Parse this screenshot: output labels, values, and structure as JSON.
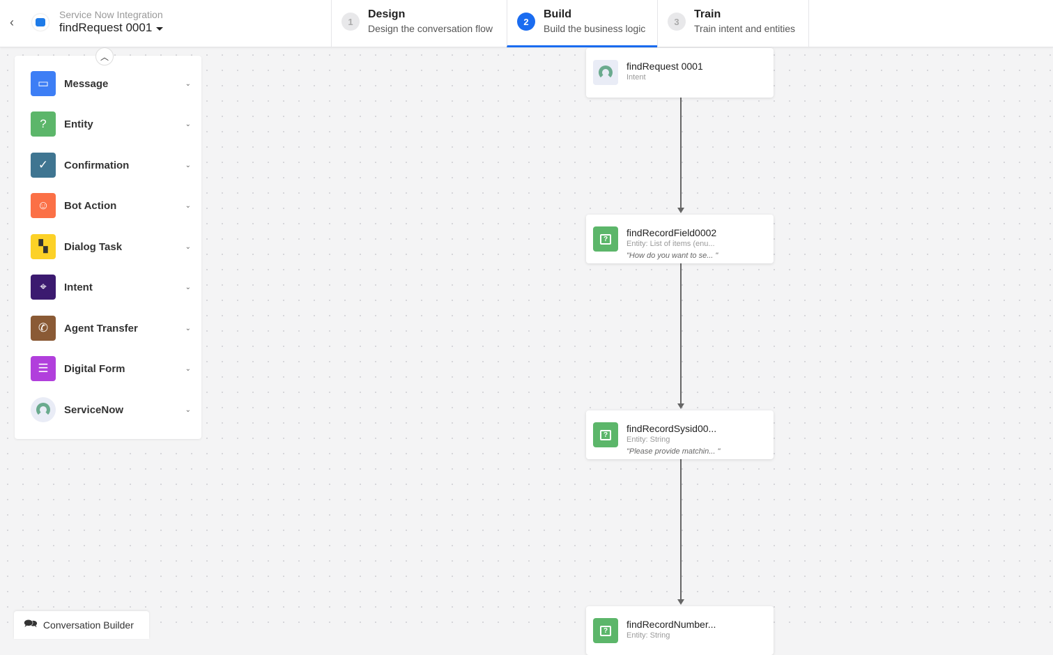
{
  "header": {
    "project": "Service Now Integration",
    "title": "findRequest 0001",
    "steps": [
      {
        "num": "1",
        "title": "Design",
        "subtitle": "Design the conversation flow"
      },
      {
        "num": "2",
        "title": "Build",
        "subtitle": "Build the business logic"
      },
      {
        "num": "3",
        "title": "Train",
        "subtitle": "Train intent and entities"
      }
    ],
    "active_step": "Build"
  },
  "palette": {
    "items": [
      {
        "label": "Message",
        "icon": "message-icon",
        "color": "#3d7ef5"
      },
      {
        "label": "Entity",
        "icon": "entity-icon",
        "color": "#5cb66a"
      },
      {
        "label": "Confirmation",
        "icon": "check-circle-icon",
        "color": "#3f7591"
      },
      {
        "label": "Bot Action",
        "icon": "bot-icon",
        "color": "#fb7046"
      },
      {
        "label": "Dialog Task",
        "icon": "dialog-task-icon",
        "color": "#fcd127"
      },
      {
        "label": "Intent",
        "icon": "target-icon",
        "color": "#3b1a6f"
      },
      {
        "label": "Agent Transfer",
        "icon": "phone-icon",
        "color": "#8a5a35"
      },
      {
        "label": "Digital Form",
        "icon": "form-icon",
        "color": "#b13fdc"
      },
      {
        "label": "ServiceNow",
        "icon": "servicenow-icon",
        "color": "#e8ebef"
      }
    ]
  },
  "nodes": [
    {
      "name": "findRequest 0001",
      "type": "Intent"
    },
    {
      "name": "findRecordField0002",
      "type": "Entity: List of items (enu...",
      "prompt": "\"How do you want to se... \""
    },
    {
      "name": "findRecordSysid00...",
      "type": "Entity: String",
      "prompt": "\"Please provide matchin... \""
    },
    {
      "name": "findRecordNumber...",
      "type": "Entity: String"
    }
  ],
  "footer": {
    "label": "Conversation Builder"
  }
}
